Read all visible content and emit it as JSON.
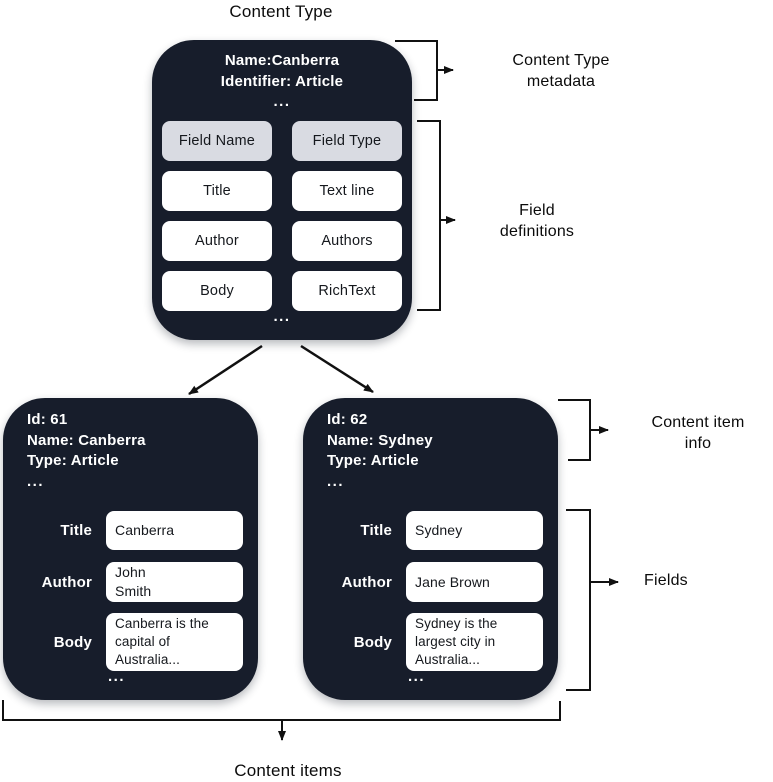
{
  "colors": {
    "box_bg": "#171d2b",
    "header_cell_bg": "#d9dbe2",
    "cell_bg": "#ffffff",
    "line": "#111111"
  },
  "title": "Content Type",
  "content_type": {
    "meta": {
      "line1": "Name:Canberra",
      "line2": "Identifier: Article",
      "ellipsis": "..."
    },
    "table": {
      "header": {
        "name": "Field Name",
        "type": "Field Type"
      },
      "rows": [
        {
          "name": "Title",
          "type": "Text line"
        },
        {
          "name": "Author",
          "type": "Authors"
        },
        {
          "name": "Body",
          "type": "RichText"
        }
      ]
    },
    "ellipsis": "..."
  },
  "annotations": {
    "metadata": "Content Type\nmetadata",
    "field_definitions": "Field\ndefinitions",
    "item_info": "Content item\ninfo",
    "fields": "Fields",
    "content_items": "Content items"
  },
  "items": [
    {
      "info": {
        "line1": "Id: 61",
        "line2": "Name: Canberra",
        "line3": "Type: Article",
        "ellipsis": "..."
      },
      "fields": [
        {
          "label": "Title",
          "value": "Canberra"
        },
        {
          "label": "Author",
          "value": "John\nSmith"
        },
        {
          "label": "Body",
          "value": "Canberra is the\ncapital of\nAustralia..."
        }
      ],
      "ellipsis": "..."
    },
    {
      "info": {
        "line1": "Id: 62",
        "line2": "Name: Sydney",
        "line3": "Type: Article",
        "ellipsis": "..."
      },
      "fields": [
        {
          "label": "Title",
          "value": "Sydney"
        },
        {
          "label": "Author",
          "value": "Jane Brown"
        },
        {
          "label": "Body",
          "value": "Sydney is the\nlargest city in\nAustralia..."
        }
      ],
      "ellipsis": "..."
    }
  ]
}
